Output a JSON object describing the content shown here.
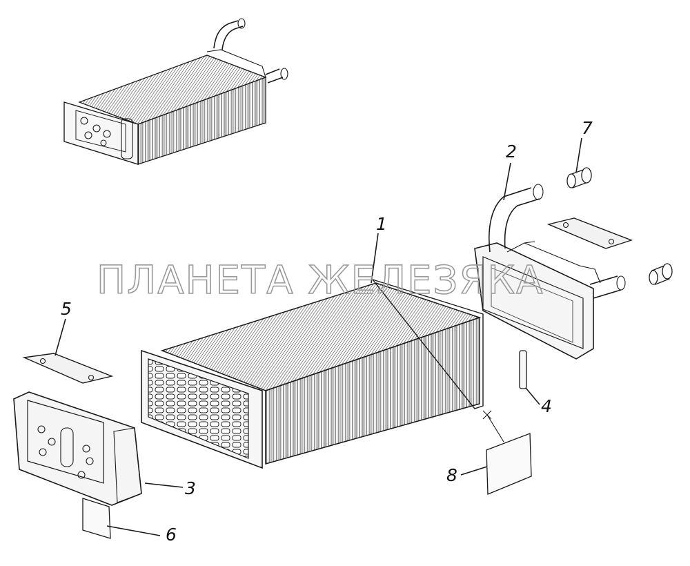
{
  "watermark": "ПЛАНЕТА ЖЕЛЕЗЯКА",
  "callouts": [
    "1",
    "2",
    "3",
    "4",
    "5",
    "6",
    "7",
    "8"
  ]
}
